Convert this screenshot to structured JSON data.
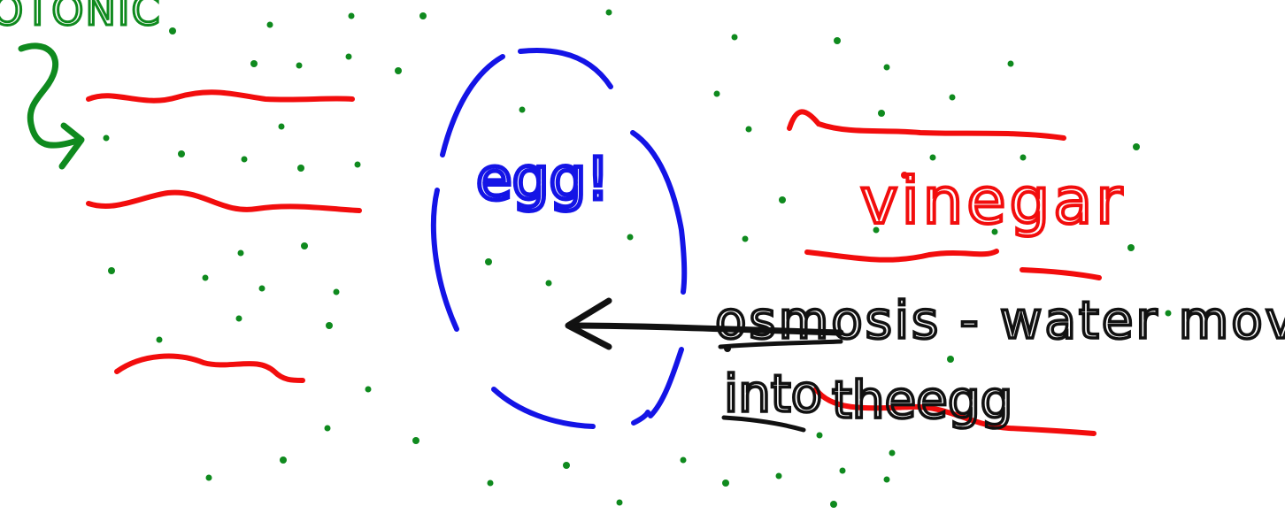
{
  "colors": {
    "background": "#ffffff",
    "green": "#0f8a1e",
    "red": "#f20d0d",
    "blue": "#1414e6",
    "black": "#111111"
  },
  "labels": {
    "top_left_word": "OTONIC",
    "egg_label": "egg!",
    "solution_label": "vinegar",
    "osmosis_note": "osmosis - water moved",
    "into_note": "into",
    "the_egg_note": "theegg"
  }
}
